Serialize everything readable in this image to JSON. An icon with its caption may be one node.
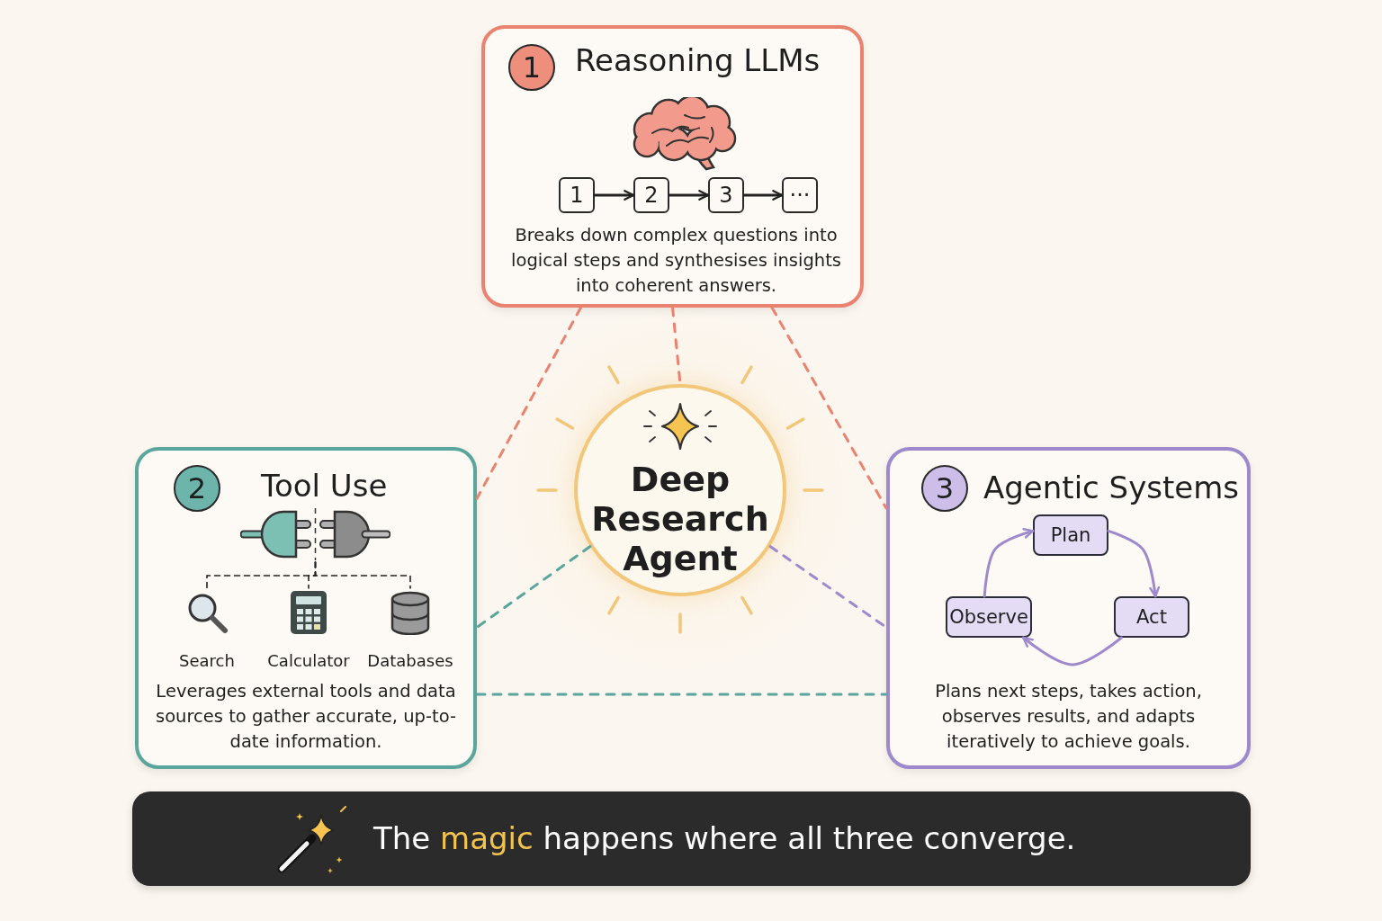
{
  "diagram": {
    "nodes": [
      {
        "text": [
          "Reasoning LLMs",
          "Breaks down complex questions into logical steps and synthesises insights into coherent answers."
        ]
      },
      {
        "text": [
          "1"
        ],
        "in": 0
      },
      {
        "text": [
          "1"
        ],
        "in": 0
      },
      {
        "text": [
          "2"
        ],
        "in": 0
      },
      {
        "text": [
          "3"
        ],
        "in": 0
      },
      {
        "text": [
          "···"
        ],
        "in": 0
      },
      {
        "text": [
          "Tool Use",
          "Leverages external tools and data sources to gather accurate, up-to-date information."
        ]
      },
      {
        "text": [
          "2"
        ],
        "in": 6
      },
      {
        "text": [],
        "shape": "picture",
        "in": 6
      },
      {
        "text": [
          "Search"
        ],
        "in": 6
      },
      {
        "text": [
          "Calculator"
        ],
        "in": 6
      },
      {
        "text": [
          "Databases"
        ],
        "in": 6
      },
      {
        "text": [
          "Agentic Systems",
          "Plans next steps, takes action, observes results, and adapts iteratively to achieve goals."
        ]
      },
      {
        "text": [
          "3"
        ],
        "in": 12
      },
      {
        "text": [
          "Plan"
        ],
        "in": 12
      },
      {
        "text": [
          "Observe"
        ],
        "in": 12
      },
      {
        "text": [
          "Act"
        ],
        "in": 12
      },
      {
        "text": [
          "Deep Research Agent"
        ]
      },
      {
        "text": [
          "The **magic** happens where all three converge."
        ]
      }
    ],
    "edges": [
      {
        "from": 2,
        "to": 3,
        "arrow": "to"
      },
      {
        "from": 3,
        "to": 4,
        "arrow": "to"
      },
      {
        "from": 4,
        "to": 5,
        "arrow": "to"
      },
      {
        "from": 8,
        "to": 9,
        "arrow": "none",
        "style": "dashed"
      },
      {
        "from": 8,
        "to": 10,
        "arrow": "none",
        "style": "dashed"
      },
      {
        "from": 8,
        "to": 11,
        "arrow": "none",
        "style": "dashed"
      },
      {
        "from": 14,
        "to": 16,
        "arrow": "to",
        "color": "#9d89cc"
      },
      {
        "from": 16,
        "to": 15,
        "arrow": "to",
        "color": "#9d89cc"
      },
      {
        "from": 15,
        "to": 14,
        "arrow": "to",
        "color": "#9d89cc"
      },
      {
        "from": 0,
        "to": 6,
        "arrow": "none",
        "style": "dashed",
        "color": "#e9826f"
      },
      {
        "from": 0,
        "to": 12,
        "arrow": "none",
        "style": "dashed",
        "color": "#e9826f"
      },
      {
        "from": 0,
        "to": 17,
        "arrow": "none",
        "style": "dashed",
        "color": "#e9826f"
      },
      {
        "from": 17,
        "to": 6,
        "arrow": "none",
        "style": "dashed",
        "color": "#5aa59c"
      },
      {
        "from": 17,
        "to": 12,
        "arrow": "none",
        "style": "dashed",
        "color": "#9d89cc"
      },
      {
        "from": 6,
        "to": 12,
        "arrow": "none",
        "style": "dashed",
        "color": "#5aa59c"
      }
    ]
  }
}
